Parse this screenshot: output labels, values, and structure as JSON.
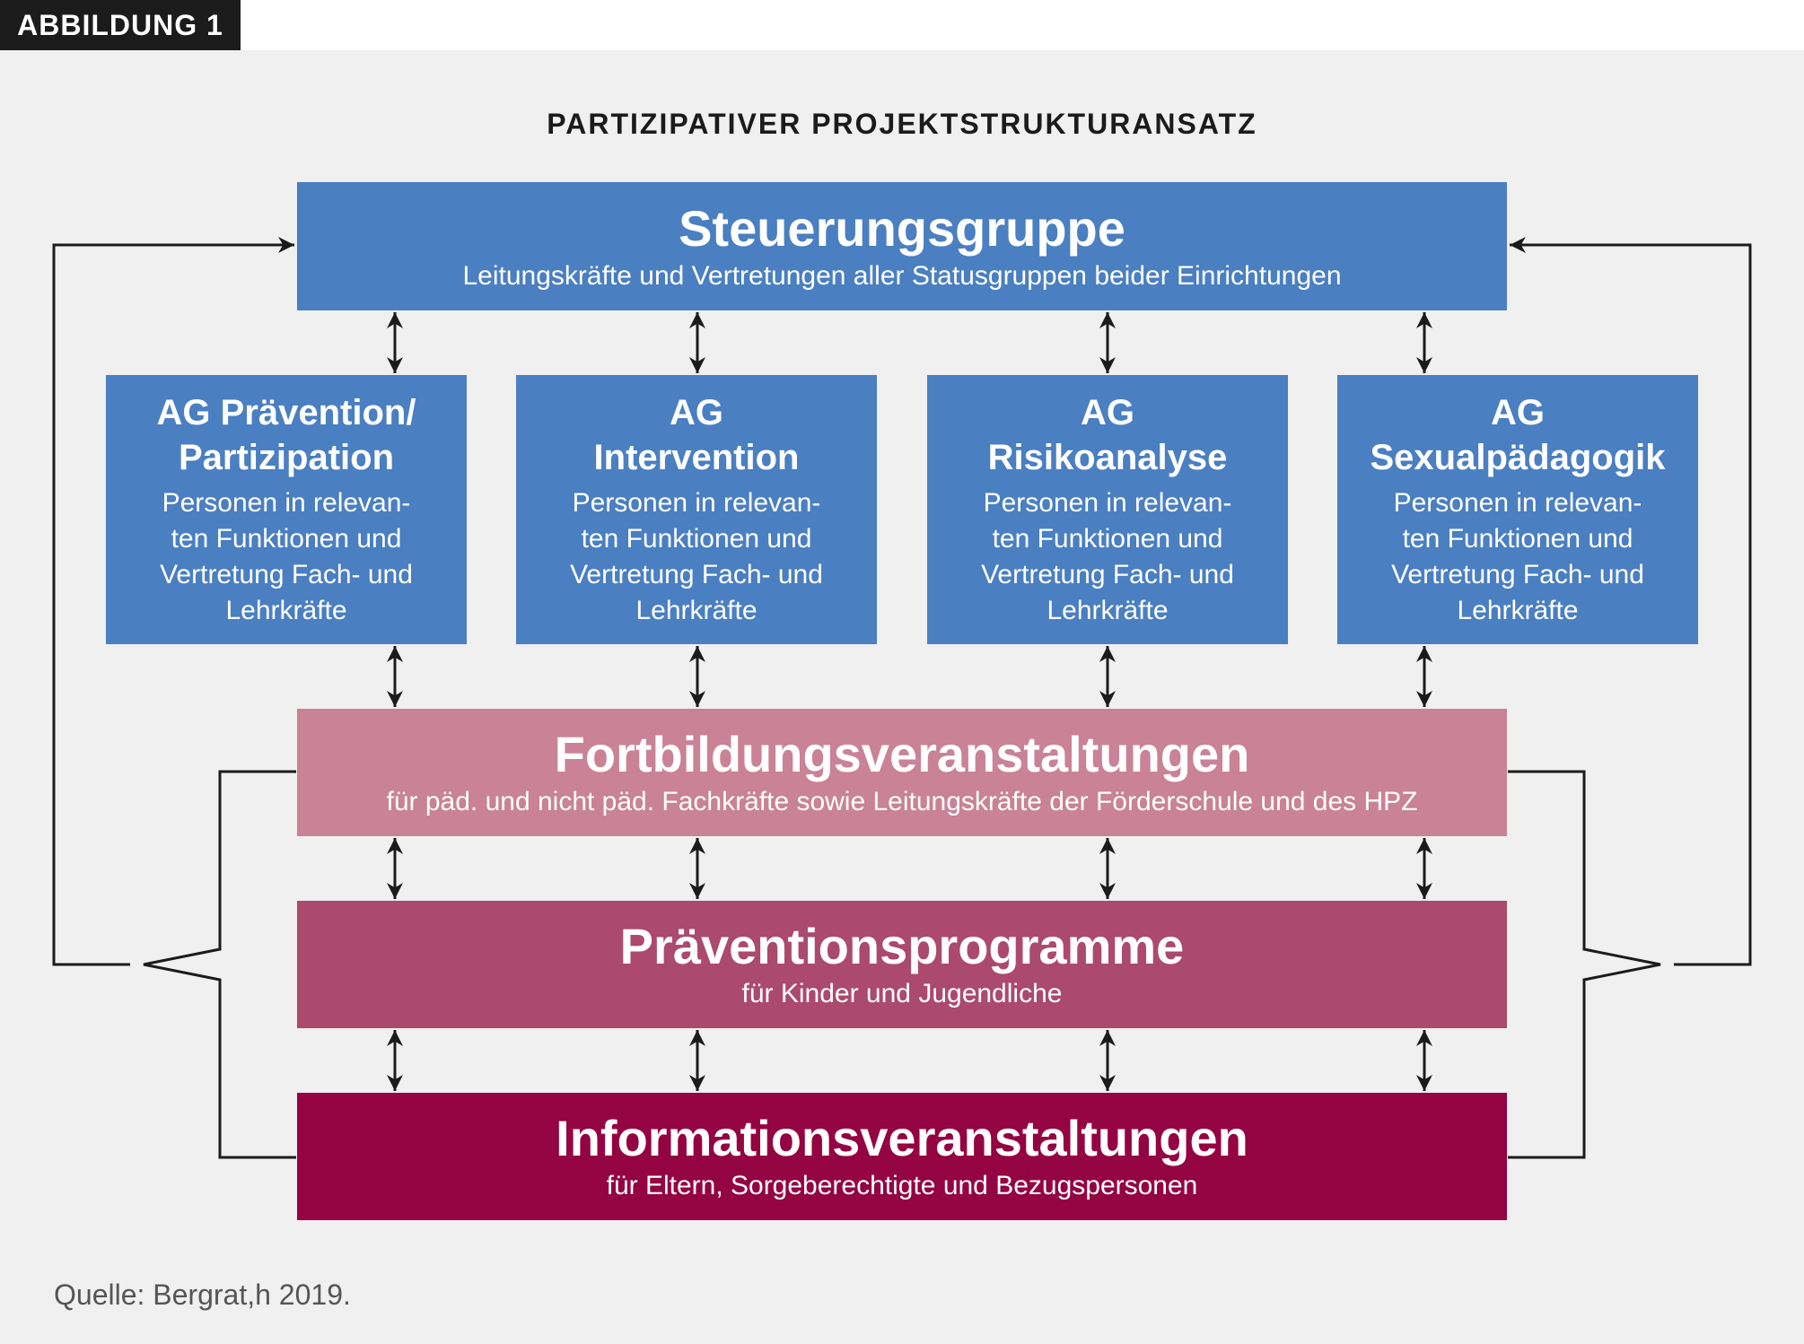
{
  "tag": "ABBILDUNG 1",
  "title": "PARTIZIPATIVER PROJEKTSTRUKTURANSATZ",
  "steering": {
    "title": "Steuerungsgruppe",
    "subtitle": "Leitungskräfte und Vertretungen aller Statusgruppen beider Einrichtungen"
  },
  "working_groups": [
    {
      "title_line1": "AG Prävention/",
      "title_line2": "Partizipation",
      "desc_lines": [
        "Personen in relevan-",
        "ten Funktionen und",
        "Vertretung Fach- und",
        "Lehrkräfte"
      ]
    },
    {
      "title_line1": "AG",
      "title_line2": "Intervention",
      "desc_lines": [
        "Personen in relevan-",
        "ten Funktionen und",
        "Vertretung Fach- und",
        "Lehrkräfte"
      ]
    },
    {
      "title_line1": "AG",
      "title_line2": "Risikoanalyse",
      "desc_lines": [
        "Personen in relevan-",
        "ten Funktionen und",
        "Vertretung Fach- und",
        "Lehrkräfte"
      ]
    },
    {
      "title_line1": "AG",
      "title_line2": "Sexualpädagogik",
      "desc_lines": [
        "Personen in relevan-",
        "ten Funktionen und",
        "Vertretung Fach- und",
        "Lehrkräfte"
      ]
    }
  ],
  "trainings": {
    "title": "Fortbildungsveranstaltungen",
    "subtitle": "für päd. und nicht päd. Fachkräfte sowie Leitungskräfte der Förderschule und des HPZ"
  },
  "prevention": {
    "title": "Präventionsprogramme",
    "subtitle": "für Kinder und Jugendliche"
  },
  "information": {
    "title": "Informationsveranstaltungen",
    "subtitle": "für Eltern, Sorgeberechtigte und Bezugspersonen"
  },
  "source": "Quelle: Bergrat,h 2019.",
  "colors": {
    "steering_blue": "#4a7fc1",
    "trainings_pink": "#c98296",
    "prevention_rose": "#ab4a6c",
    "information_wine": "#940342",
    "connector": "#1b1b1b"
  }
}
